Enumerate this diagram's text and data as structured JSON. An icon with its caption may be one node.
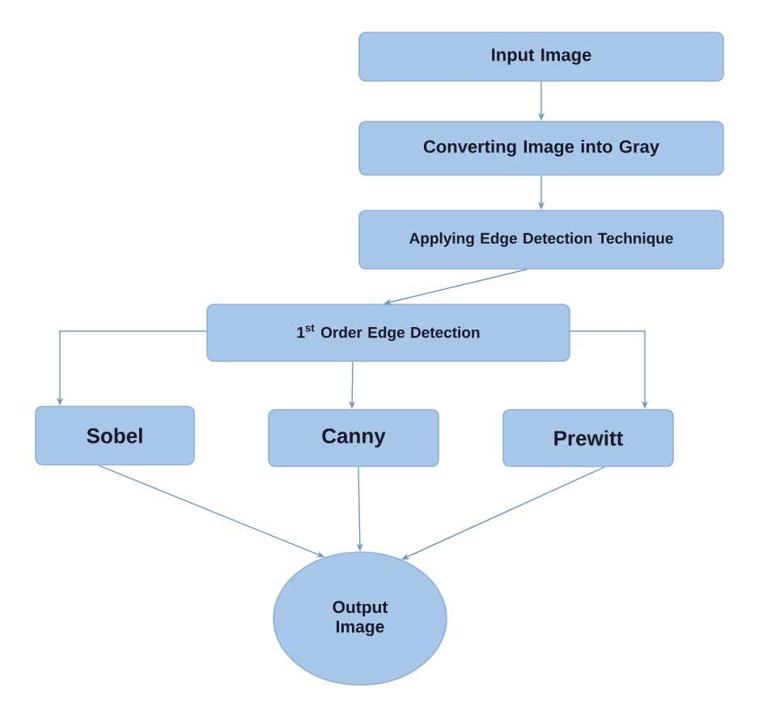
{
  "diagram": {
    "nodes": [
      {
        "text": [
          "Input Image"
        ]
      },
      {
        "text": [
          "Converting Image into Gray"
        ]
      },
      {
        "text": [
          "Applying Edge Detection Technique"
        ]
      },
      {
        "text": [
          "1$^{st}$ Order Edge Detection"
        ]
      },
      {
        "text": [
          "Sobel"
        ]
      },
      {
        "text": [
          "Canny"
        ]
      },
      {
        "text": [
          "Prewitt"
        ]
      },
      {
        "text": [
          "Output Image"
        ]
      }
    ],
    "edges": [
      {
        "from": 0,
        "to": 1,
        "arrow": "to"
      },
      {
        "from": 1,
        "to": 2,
        "arrow": "to"
      },
      {
        "from": 2,
        "to": 3,
        "arrow": "to"
      },
      {
        "from": 3,
        "to": 4,
        "arrow": "to"
      },
      {
        "from": 3,
        "to": 5,
        "arrow": "to"
      },
      {
        "from": 3,
        "to": 6,
        "arrow": "to"
      },
      {
        "from": 4,
        "to": 7,
        "arrow": "to"
      },
      {
        "from": 5,
        "to": 7,
        "arrow": "to"
      },
      {
        "from": 6,
        "to": 7,
        "arrow": "to"
      }
    ]
  }
}
